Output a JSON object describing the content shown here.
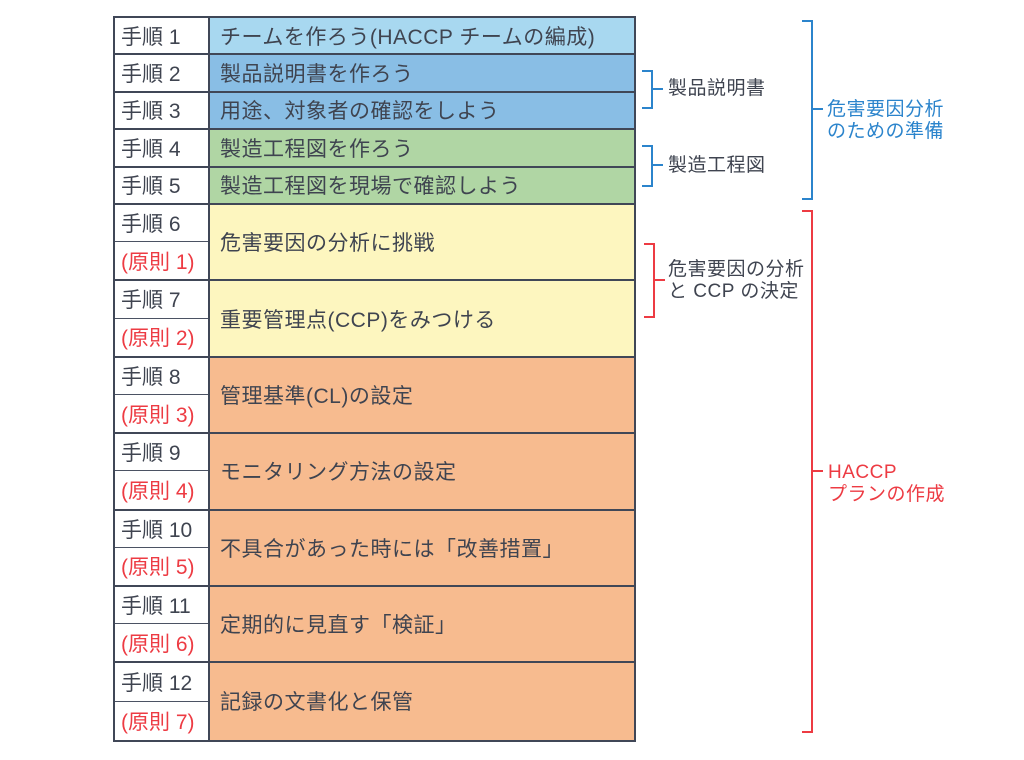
{
  "table": {
    "rows": [
      {
        "step": "手順 1",
        "principle": "",
        "text": "チームを作ろう(HACCP チームの編成)",
        "fill": "#a8d8f0"
      },
      {
        "step": "手順 2",
        "principle": "",
        "text": "製品説明書を作ろう",
        "fill": "#89bee5"
      },
      {
        "step": "手順 3",
        "principle": "",
        "text": "用途、対象者の確認をしよう",
        "fill": "#89bee5"
      },
      {
        "step": "手順 4",
        "principle": "",
        "text": "製造工程図を作ろう",
        "fill": "#b0d6a4"
      },
      {
        "step": "手順 5",
        "principle": "",
        "text": "製造工程図を現場で確認しよう",
        "fill": "#b0d6a4"
      },
      {
        "step": "手順 6",
        "principle": "(原則 1)",
        "text": "危害要因の分析に挑戦",
        "fill": "#fdf6bf"
      },
      {
        "step": "手順 7",
        "principle": "(原則 2)",
        "text": "重要管理点(CCP)をみつける",
        "fill": "#fdf6bf"
      },
      {
        "step": "手順 8",
        "principle": "(原則 3)",
        "text": "管理基準(CL)の設定",
        "fill": "#f7bb8f"
      },
      {
        "step": "手順 9",
        "principle": "(原則 4)",
        "text": "モニタリング方法の設定",
        "fill": "#f7bb8f"
      },
      {
        "step": "手順 10",
        "principle": "(原則 5)",
        "text": "不具合があった時には「改善措置」",
        "fill": "#f7bb8f"
      },
      {
        "step": "手順 11",
        "principle": "(原則 6)",
        "text": "定期的に見直す「検証」",
        "fill": "#f7bb8f"
      },
      {
        "step": "手順 12",
        "principle": "(原則 7)",
        "text": "記録の文書化と保管",
        "fill": "#f7bb8f"
      }
    ]
  },
  "annotations": {
    "product_spec": {
      "label": "製品説明書"
    },
    "process_flow": {
      "label": "製造工程図"
    },
    "hazard_ccp": {
      "line1": "危害要因の分析",
      "line2": "と CCP の決定"
    },
    "preparation": {
      "line1": "危害要因分析",
      "line2": "のための準備"
    },
    "haccp_plan": {
      "line1": "HACCP",
      "line2": "プランの作成"
    }
  },
  "colors": {
    "border": "#404757",
    "text": "#3f4450",
    "principle_red": "#ed3b43",
    "bracket_blue": "#2b84cc",
    "bracket_red": "#ed3b43",
    "step1_fill": "#a8d8f0",
    "step2_3_fill": "#89bee5",
    "step4_5_fill": "#b0d6a4",
    "step6_7_fill": "#fdf6bf",
    "step8_12_fill": "#f7bb8f"
  }
}
